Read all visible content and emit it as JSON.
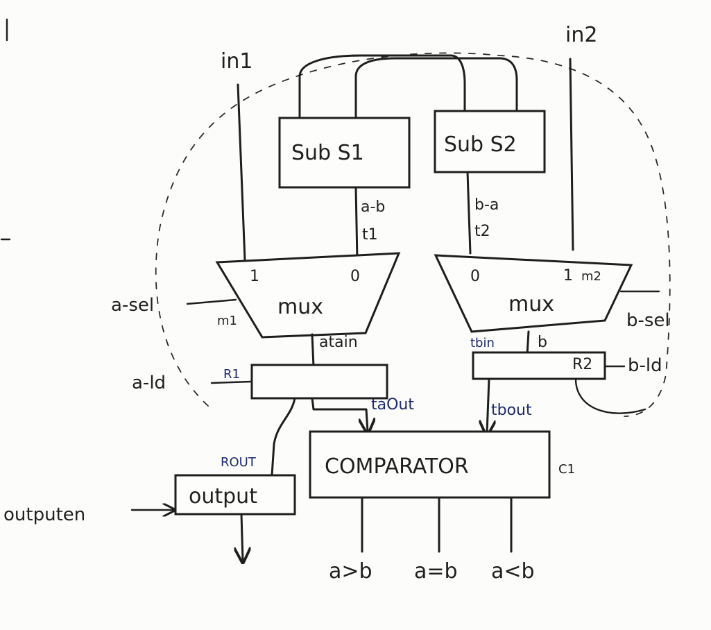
{
  "inputs": {
    "in1": "in1",
    "in2": "in2"
  },
  "subtractors": {
    "s1": {
      "label": "Sub S1",
      "output": "a-b",
      "reg": "t1"
    },
    "s2": {
      "label": "Sub S2",
      "output": "b-a",
      "reg": "t2"
    }
  },
  "mux1": {
    "label": "mux",
    "name": "m1",
    "in_one": "1",
    "in_zero": "0",
    "select": "a-sel",
    "output": "atain"
  },
  "mux2": {
    "label": "mux",
    "name": "m2",
    "in_zero": "0",
    "in_one": "1",
    "select": "b-sel",
    "output": "tbin",
    "out_b": "b"
  },
  "reg1": {
    "name": "R1",
    "load": "a-ld",
    "output": "taOut"
  },
  "reg2": {
    "name": "R2",
    "load": "b-ld",
    "output": "tbout"
  },
  "output_block": {
    "label": "output",
    "enable": "outputen",
    "reg_out": "ROUT"
  },
  "comparator": {
    "label": "COMPARATOR",
    "name": "C1",
    "outputs": [
      "a>b",
      "a=b",
      "a<b"
    ]
  }
}
